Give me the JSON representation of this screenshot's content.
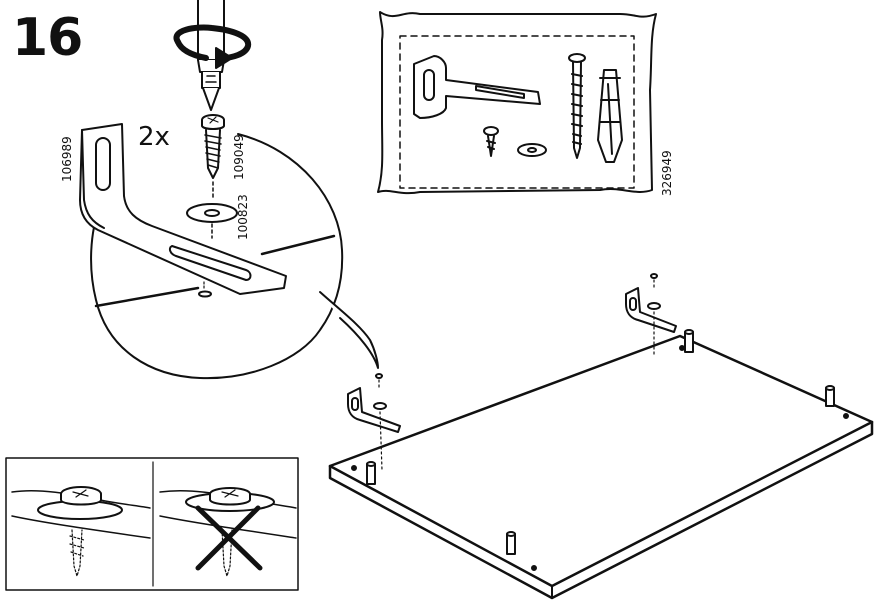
{
  "step": {
    "number": "16"
  },
  "detail": {
    "quantity": "2x",
    "codes": {
      "bracket": "106989",
      "screw": "109049",
      "washer": "100823"
    }
  },
  "parts_bag": {
    "code": "326949"
  },
  "hints": {
    "correct": {
      "icon": "screw-washer-correct-icon"
    },
    "incorrect": {
      "icon": "screw-washer-wrong-icon",
      "mark": "cross-mark-icon"
    }
  }
}
